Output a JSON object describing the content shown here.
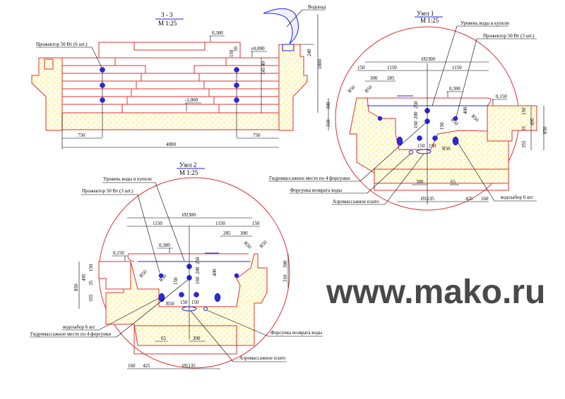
{
  "section": {
    "title": "3 - 3",
    "scale": "М 1:25",
    "labels": {
      "waterfall": "Водопад",
      "spotlights": "Прожектор 50 Вт (6 шт.)",
      "level_top": "0,300",
      "level_zero": "±0,000",
      "level_bottom": "-1,000"
    },
    "dims": {
      "d150": "150",
      "d50": "50",
      "d240": "240",
      "d1800": "1800",
      "d750_left": "750",
      "d750_right": "750",
      "d4000": "4000",
      "d40": "40",
      "d145": "145"
    }
  },
  "node1": {
    "title": "Узел 1",
    "scale": "М 1:25",
    "labels": {
      "water_level": "Уровень воды в купели",
      "spotlights": "Прожектор 50 Вт (3 шт.)",
      "hydro_seat": "Гидромассажное место по 4 форсунки",
      "return_nozzle": "Форсунка возврата воды",
      "aero_plate": "Аэромассажное плато",
      "intake": "водозабор 6 шт"
    },
    "dims": {
      "d2300": "Ø2300",
      "d150a": "150",
      "d1150a": "1150",
      "d1150b": "1150",
      "d300": "300",
      "d285": "285",
      "lvl0300": "0,300",
      "lvl0150": "0,150",
      "r50a": "R50",
      "r50b": "R50",
      "r50c": "R50",
      "r50d": "R50",
      "r50e": "R50",
      "v300": "300",
      "v310": "310",
      "v250": "250",
      "v200": "200",
      "v160": "160",
      "v400": "400",
      "v150": "150",
      "h150a": "150",
      "h150b": "150",
      "v150r": "150",
      "v495": "495",
      "v35": "35",
      "v850": "850",
      "v355": "355",
      "b300": "300",
      "b65": "65",
      "b1135": "Ø1135",
      "b425": "425",
      "b160": "160"
    }
  },
  "node2": {
    "title": "Узел 2",
    "scale": "М 1:25",
    "labels": {
      "water_level": "Уровень воды в купели",
      "spotlights": "Прожектор 50 Вт (3 шт.)",
      "intake": "водозабор 6 шт",
      "hydro_seat": "Гидромассажное место по 4 форсунки",
      "return_nozzle": "Форсунка возврата воды",
      "aero_plate": "Аэромассажное плато"
    },
    "dims": {
      "d2300": "Ø2300",
      "d1150a": "1150",
      "d1150b": "1150",
      "d150a": "150",
      "d285": "285",
      "d300": "300",
      "lvl0300": "0,300",
      "lvl0150": "0,150",
      "r50a": "R50",
      "r50b": "R50",
      "r50c": "R50",
      "r50d": "R50",
      "r50e": "R50",
      "v150l": "150",
      "v495": "495",
      "v35": "35",
      "v850": "850",
      "v355": "355",
      "v250": "250",
      "v200": "200",
      "v160": "160",
      "v400": "400",
      "v150": "150",
      "v300": "300",
      "v310": "310",
      "h150a": "150",
      "h150b": "150",
      "b65": "65",
      "b300": "300",
      "b160": "160",
      "b425": "425",
      "b1135": "Ø1135"
    }
  },
  "watermark": "www.mako.ru"
}
